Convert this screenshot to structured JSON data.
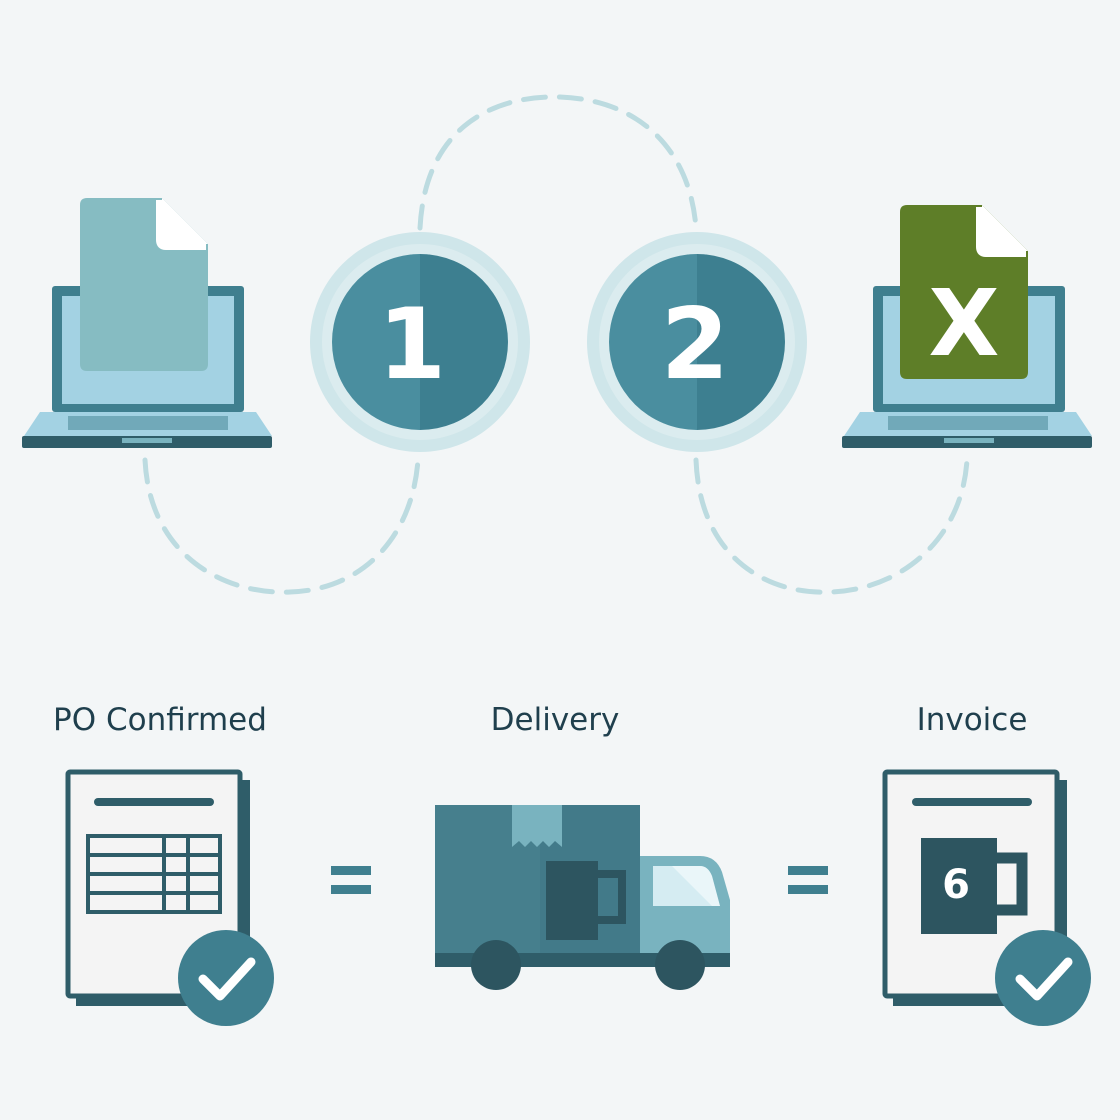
{
  "steps": {
    "one": {
      "number": "1"
    },
    "two": {
      "number": "2"
    }
  },
  "target_file": {
    "letter": "X"
  },
  "stages": {
    "po_confirmed": {
      "label": "PO Confirmed"
    },
    "delivery": {
      "label": "Delivery"
    },
    "invoice": {
      "label": "Invoice",
      "quantity": "6"
    }
  },
  "colors": {
    "background": "#f3f6f7",
    "teal_dark": "#2f5d69",
    "teal": "#3f7f8f",
    "teal_light": "#79b3bf",
    "screen": "#a3d2e3",
    "spreadsheet_green": "#5e7e28",
    "dashed_line": "#bcdbe0"
  }
}
